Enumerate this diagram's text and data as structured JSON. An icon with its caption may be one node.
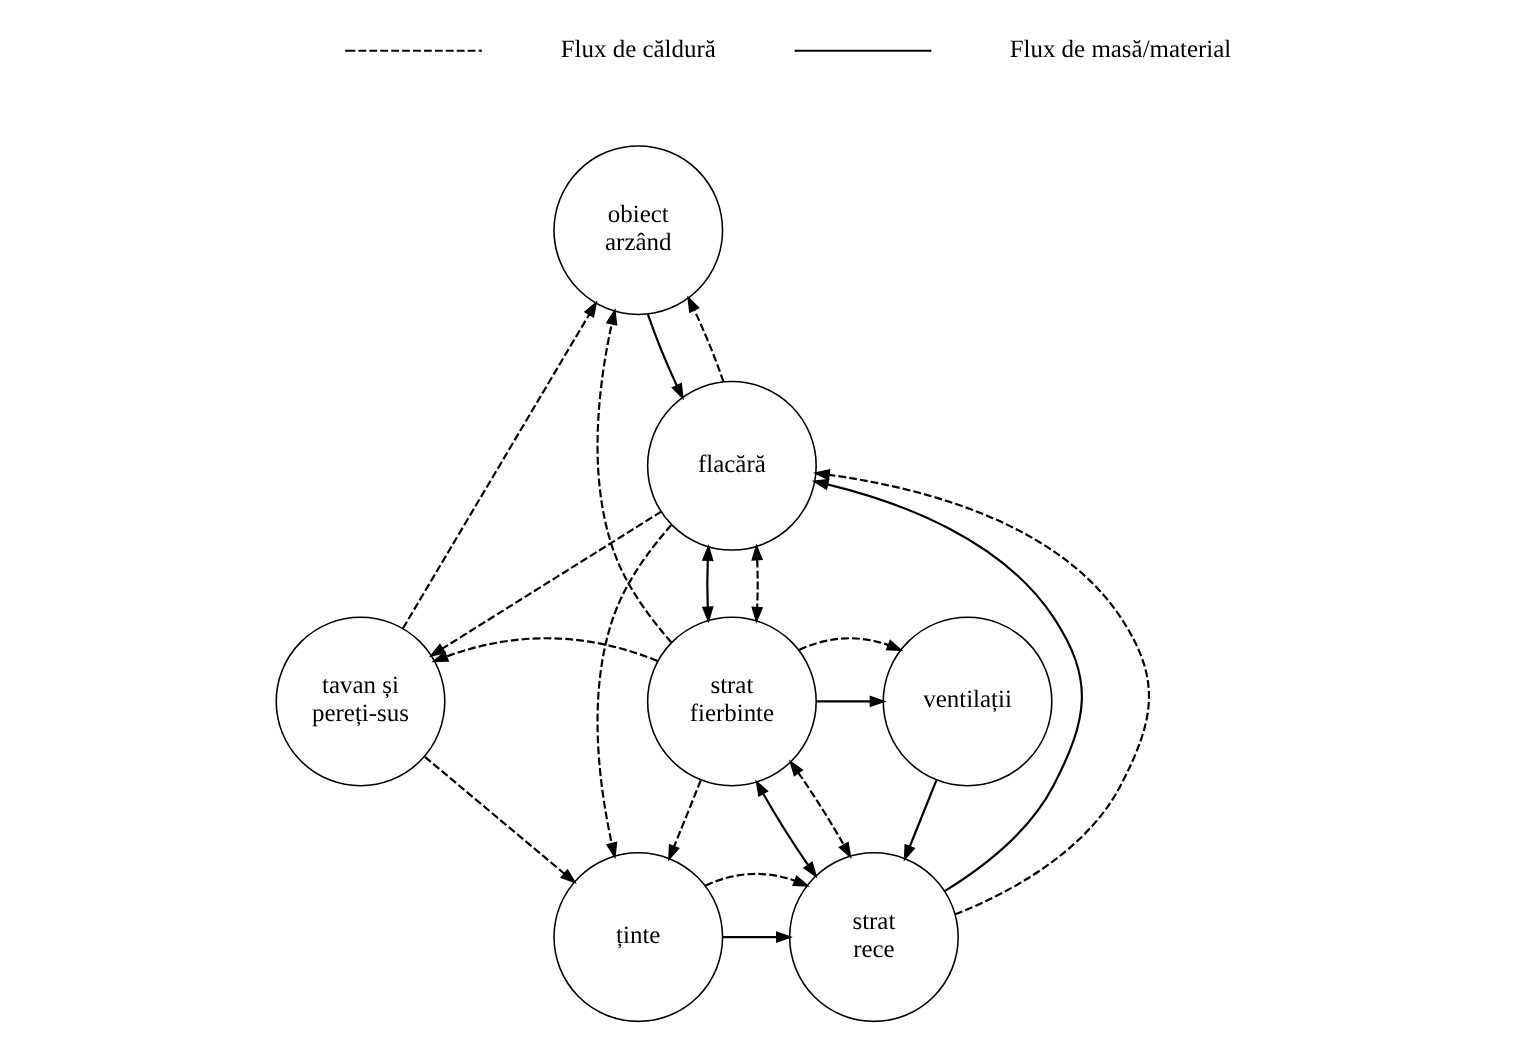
{
  "diagram": {
    "nodes": [
      {
        "text": [
          "obiect arzând"
        ]
      },
      {
        "text": [
          "tavan și pereți-sus"
        ]
      },
      {
        "text": [
          "flacără"
        ]
      },
      {
        "text": [
          "strat fierbinte"
        ]
      },
      {
        "text": [
          "ventilații"
        ]
      },
      {
        "text": [
          "ținte"
        ]
      },
      {
        "text": [
          "strat rece"
        ]
      }
    ],
    "edges": [
      {
        "from": 1,
        "to": 0,
        "arrow": "to",
        "style": "dashed"
      },
      {
        "from": 3,
        "to": 0,
        "arrow": "to",
        "style": "dashed"
      },
      {
        "from": 3,
        "to": 1,
        "arrow": "to",
        "style": "dashed"
      },
      {
        "from": 2,
        "to": 0,
        "arrow": "to",
        "style": "dashed"
      },
      {
        "from": 0,
        "to": 2,
        "arrow": "to"
      },
      {
        "from": 2,
        "to": 1,
        "arrow": "to",
        "style": "dashed"
      },
      {
        "from": 2,
        "to": 3,
        "arrow": "both"
      },
      {
        "from": 2,
        "to": 3,
        "arrow": "both",
        "style": "dashed"
      },
      {
        "from": 3,
        "to": 4,
        "arrow": "to"
      },
      {
        "from": 3,
        "to": 4,
        "arrow": "to",
        "style": "dashed"
      },
      {
        "from": 4,
        "to": 6,
        "arrow": "to"
      },
      {
        "from": 1,
        "to": 5,
        "arrow": "to",
        "style": "dashed"
      },
      {
        "from": 2,
        "to": 5,
        "arrow": "to",
        "style": "dashed"
      },
      {
        "from": 3,
        "to": 5,
        "arrow": "to",
        "style": "dashed"
      },
      {
        "from": 6,
        "to": 2,
        "arrow": "to"
      },
      {
        "from": 6,
        "to": 2,
        "arrow": "to",
        "style": "dashed"
      },
      {
        "from": 3,
        "to": 6,
        "arrow": "both"
      },
      {
        "from": 3,
        "to": 6,
        "arrow": "both",
        "style": "dashed"
      },
      {
        "from": 5,
        "to": 6,
        "arrow": "to"
      },
      {
        "from": 5,
        "to": 6,
        "arrow": "to",
        "style": "dashed"
      }
    ],
    "legend": [
      {
        "text": "Flux de căldură"
      },
      {
        "text": "Flux de masă/material"
      }
    ]
  }
}
